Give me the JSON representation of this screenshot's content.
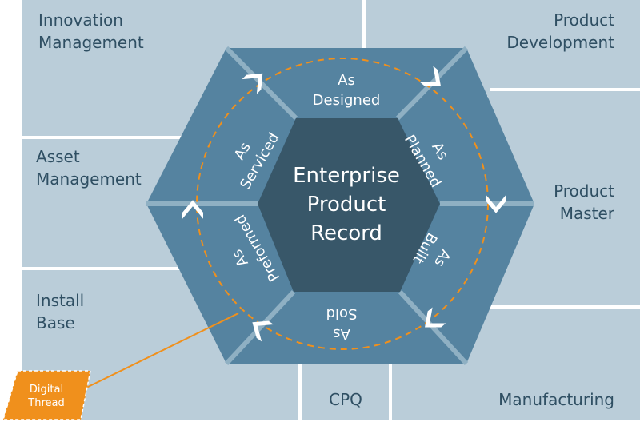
{
  "colors": {
    "panel": "#bacdd9",
    "hex_outer": "#5583a0",
    "hex_inner": "#385769",
    "spoke": "#8fb0c3",
    "thread": "#f0901c",
    "label_text": "#2f4f63"
  },
  "areas": {
    "innovation": [
      "Innovation",
      "Management"
    ],
    "product_development": [
      "Product",
      "Development"
    ],
    "asset": [
      "Asset",
      "Management"
    ],
    "product_master": [
      "Product",
      "Master"
    ],
    "install_base": [
      "Install",
      "Base"
    ],
    "cpq": "CPQ",
    "manufacturing": "Manufacturing"
  },
  "core": [
    "Enterprise",
    "Product",
    "Record"
  ],
  "segments": {
    "designed": [
      "As",
      "Designed"
    ],
    "planned": [
      "As",
      "Planned"
    ],
    "built": [
      "As",
      "Built"
    ],
    "sold": [
      "As",
      "Sold"
    ],
    "preformed": [
      "As",
      "Preformed"
    ],
    "serviced": [
      "As",
      "Serviced"
    ]
  },
  "digital_thread": [
    "Digital",
    "Thread"
  ],
  "icons": {
    "flow": "chevron-arrow-icon"
  }
}
